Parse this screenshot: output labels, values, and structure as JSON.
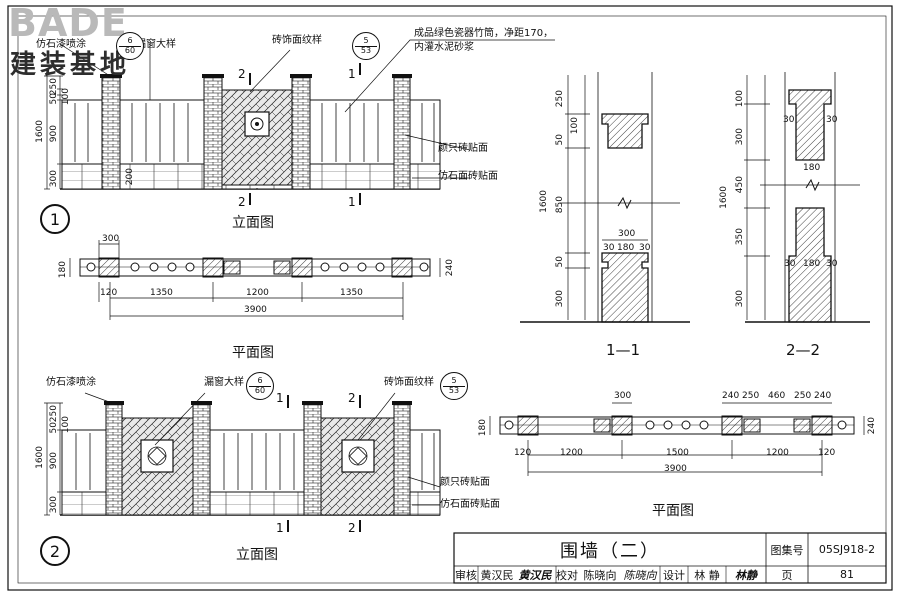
{
  "logo": {
    "brand": "BADE",
    "subtitle": "建装基地"
  },
  "title_block": {
    "title": "围墙（二）",
    "atlas_label": "图集号",
    "atlas_no": "05SJ918-2",
    "page_label": "页",
    "page_no": "81",
    "review_label": "审核",
    "reviewer": "黄汉民",
    "reviewer_sign": "黄汉民",
    "check_label": "校对",
    "checker": "陈晓向",
    "checker_sign": "陈晓向",
    "design_label": "设计",
    "designer": "林 静",
    "designer_sign": "林静"
  },
  "drawing1": {
    "number": "1",
    "elev_title": "立面图",
    "plan_title": "平面图",
    "notes": {
      "coating": "仿石漆喷涂",
      "window": "漏窗大样",
      "window_ref_top": "6",
      "window_ref_bot": "60",
      "brick_pattern": "砖饰面纹样",
      "brick_ref_top": "5",
      "brick_ref_bot": "53",
      "bamboo_1": "成品绿色瓷器竹筒，净距170，",
      "bamboo_2": "内灌水泥砂浆",
      "tile": "颜只砖贴面",
      "stone": "仿石面砖贴面"
    },
    "sec_labels": {
      "s2": "2",
      "s1": "1"
    },
    "dims_v": {
      "d250": "250",
      "d100": "100",
      "d50": "50",
      "d1600": "1600",
      "d900": "900",
      "d300": "300",
      "d200": "200"
    },
    "plan_dims": {
      "d300": "300",
      "d180": "180",
      "d240": "240",
      "d120": "120",
      "d1350a": "1350",
      "d1200": "1200",
      "d1350b": "1350",
      "d3900": "3900"
    }
  },
  "drawing2": {
    "number": "2",
    "elev_title": "立面图",
    "plan_title": "平面图",
    "notes": {
      "coating": "仿石漆喷涂",
      "window": "漏窗大样",
      "window_ref_top": "6",
      "window_ref_bot": "60",
      "brick_pattern": "砖饰面纹样",
      "brick_ref_top": "5",
      "brick_ref_bot": "53",
      "tile": "颜只砖贴面",
      "stone": "仿石面砖贴面"
    },
    "sec_labels": {
      "s1": "1",
      "s2": "2"
    },
    "dims_v": {
      "d250": "250",
      "d100": "100",
      "d50": "50",
      "d1600": "1600",
      "d900": "900",
      "d300": "300"
    },
    "plan_dims": {
      "d300": "300",
      "d240a": "240",
      "d250a": "250",
      "d460": "460",
      "d250b": "250",
      "d240b": "240",
      "d180": "180",
      "d240": "240",
      "d120a": "120",
      "d1200a": "1200",
      "d1500": "1500",
      "d1200b": "1200",
      "d120b": "120",
      "d3900": "3900"
    }
  },
  "section11": {
    "title": "1—1",
    "dims": {
      "d250": "250",
      "d100": "100",
      "d50a": "50",
      "d1600": "1600",
      "d850": "850",
      "d50b": "50",
      "d300": "300",
      "d300w": "300",
      "d30a": "30",
      "d180": "180",
      "d30b": "30"
    }
  },
  "section22": {
    "title": "2—2",
    "dims": {
      "d100": "100",
      "d300a": "300",
      "d30a": "30",
      "d30b": "30",
      "d1600": "1600",
      "d450": "450",
      "d180a": "180",
      "d350": "350",
      "d30c": "30",
      "d180b": "180",
      "d30d": "30",
      "d300b": "300"
    }
  }
}
